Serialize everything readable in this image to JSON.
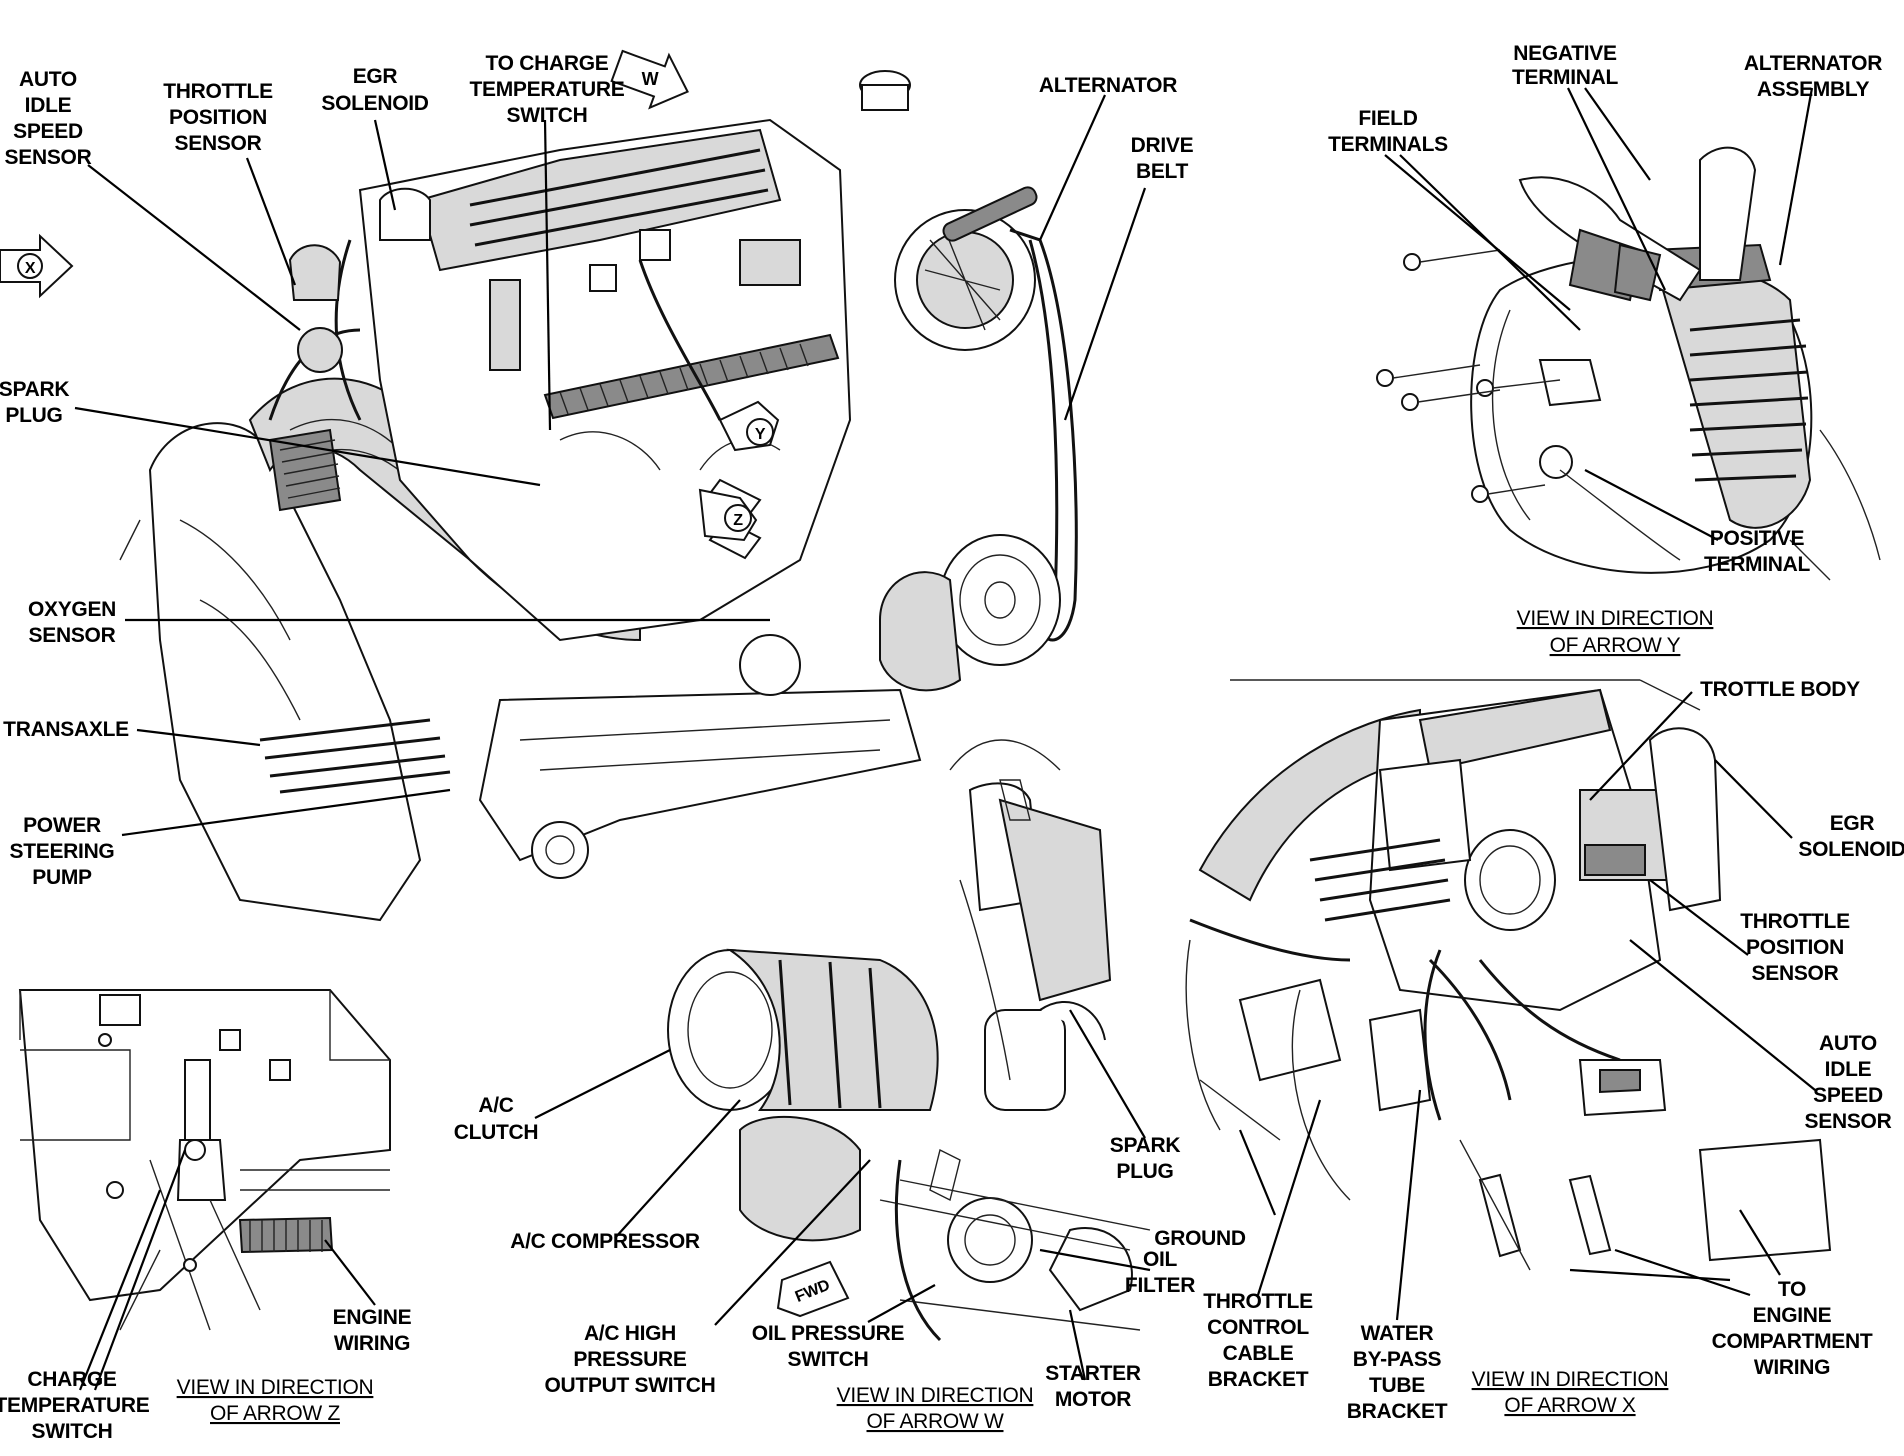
{
  "main_view": {
    "labels": {
      "auto_idle_speed_sensor": [
        "AUTO",
        "IDLE",
        "SPEED",
        "SENSOR"
      ],
      "throttle_position_sensor": [
        "THROTTLE",
        "POSITION",
        "SENSOR"
      ],
      "egr_solenoid": [
        "EGR",
        "SOLENOID"
      ],
      "to_charge_temperature_switch": [
        "TO CHARGE",
        "TEMPERATURE",
        "SWITCH"
      ],
      "alternator": "ALTERNATOR",
      "drive_belt": [
        "DRIVE",
        "BELT"
      ],
      "spark_plug": [
        "SPARK",
        "PLUG"
      ],
      "oxygen_sensor": [
        "OXYGEN",
        "SENSOR"
      ],
      "transaxle": "TRANSAXLE",
      "power_steering_pump": [
        "POWER",
        "STEERING",
        "PUMP"
      ]
    },
    "arrow_markers": {
      "w": "W",
      "x": "X",
      "y": "Y",
      "z": "Z"
    }
  },
  "view_y": {
    "caption": [
      "VIEW IN DIRECTION",
      "OF ARROW Y"
    ],
    "labels": {
      "negative_terminal": [
        "NEGATIVE",
        "TERMINAL"
      ],
      "alternator_assembly": [
        "ALTERNATOR",
        "ASSEMBLY"
      ],
      "field_terminals": [
        "FIELD",
        "TERMINALS"
      ],
      "positive_terminal": [
        "POSITIVE",
        "TERMINAL"
      ]
    }
  },
  "view_x": {
    "caption": [
      "VIEW IN DIRECTION",
      "OF ARROW X"
    ],
    "labels": {
      "trottle_body": "TROTTLE BODY",
      "egr_solenoid": [
        "EGR",
        "SOLENOID"
      ],
      "throttle_position_sensor": [
        "THROTTLE",
        "POSITION",
        "SENSOR"
      ],
      "auto_idle_speed_sensor": [
        "AUTO",
        "IDLE",
        "SPEED",
        "SENSOR"
      ],
      "ground": "GROUND",
      "throttle_control_cable_bracket": [
        "THROTTLE",
        "CONTROL",
        "CABLE",
        "BRACKET"
      ],
      "water_bypass_tube_bracket": [
        "WATER",
        "BY-PASS",
        "TUBE",
        "BRACKET"
      ],
      "to_engine_compartment_wiring": [
        "TO",
        "ENGINE",
        "COMPARTMENT",
        "WIRING"
      ]
    }
  },
  "view_w": {
    "caption": [
      "VIEW IN DIRECTION",
      "OF ARROW W"
    ],
    "labels": {
      "ac_clutch": [
        "A/C",
        "CLUTCH"
      ],
      "ac_compressor": "A/C COMPRESSOR",
      "spark_plug": [
        "SPARK",
        "PLUG"
      ],
      "oil_filter": [
        "OIL",
        "FILTER"
      ],
      "ac_high_pressure_output_switch": [
        "A/C HIGH",
        "PRESSURE",
        "OUTPUT SWITCH"
      ],
      "oil_pressure_switch": [
        "OIL PRESSURE",
        "SWITCH"
      ],
      "starter_motor": [
        "STARTER",
        "MOTOR"
      ]
    },
    "fwd_marker": "FWD"
  },
  "view_z": {
    "caption": [
      "VIEW IN DIRECTION",
      "OF ARROW Z"
    ],
    "labels": {
      "engine_wiring": [
        "ENGINE",
        "WIRING"
      ],
      "charge_temperature_switch": [
        "CHARGE",
        "TEMPERATURE",
        "SWITCH"
      ]
    }
  }
}
